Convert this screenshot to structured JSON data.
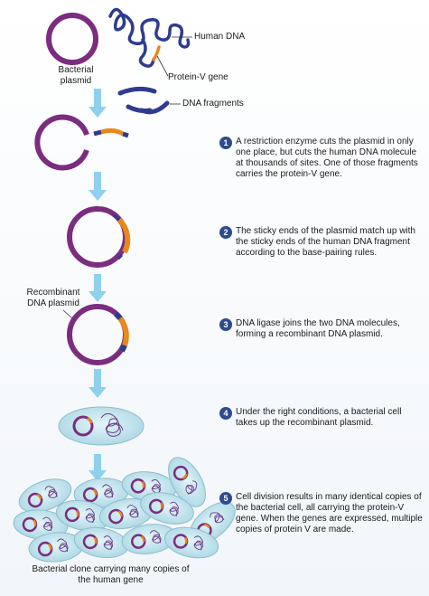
{
  "labels": {
    "human_dna": "Human DNA",
    "bacterial_plasmid": "Bacterial\nplasmid",
    "protein_v_gene": "Protein-V gene",
    "dna_fragments": "DNA fragments",
    "recombinant_plasmid": "Recombinant\nDNA plasmid"
  },
  "steps": [
    {
      "number": "1",
      "text": "A restriction enzyme cuts the plasmid in only one place, but cuts the human DNA molecule at thousands of sites. One of those fragments carries the protein-V gene."
    },
    {
      "number": "2",
      "text": "The sticky ends of the plasmid match up with the sticky ends of the human DNA fragment according to the base-pairing rules."
    },
    {
      "number": "3",
      "text": "DNA ligase joins the two DNA molecules, forming a recombinant DNA plasmid."
    },
    {
      "number": "4",
      "text": "Under the right conditions, a bacterial cell takes up the recombinant plasmid."
    },
    {
      "number": "5",
      "text": "Cell division results in many identical copies of the bacterial cell, all carrying the protein-V gene. When the genes are expressed, multiple copies of protein V are made."
    }
  ],
  "caption": "Bacterial clone carrying many copies of the human gene",
  "colors": {
    "plasmid": "#7b2d7f",
    "human_dna": "#2e3c8f",
    "gene": "#e8891c",
    "arrow": "#8fd0ef",
    "cell_fill": "#c4e6ef",
    "cell_stroke": "#8fbccb",
    "step_badge": "#2e4b8f"
  }
}
